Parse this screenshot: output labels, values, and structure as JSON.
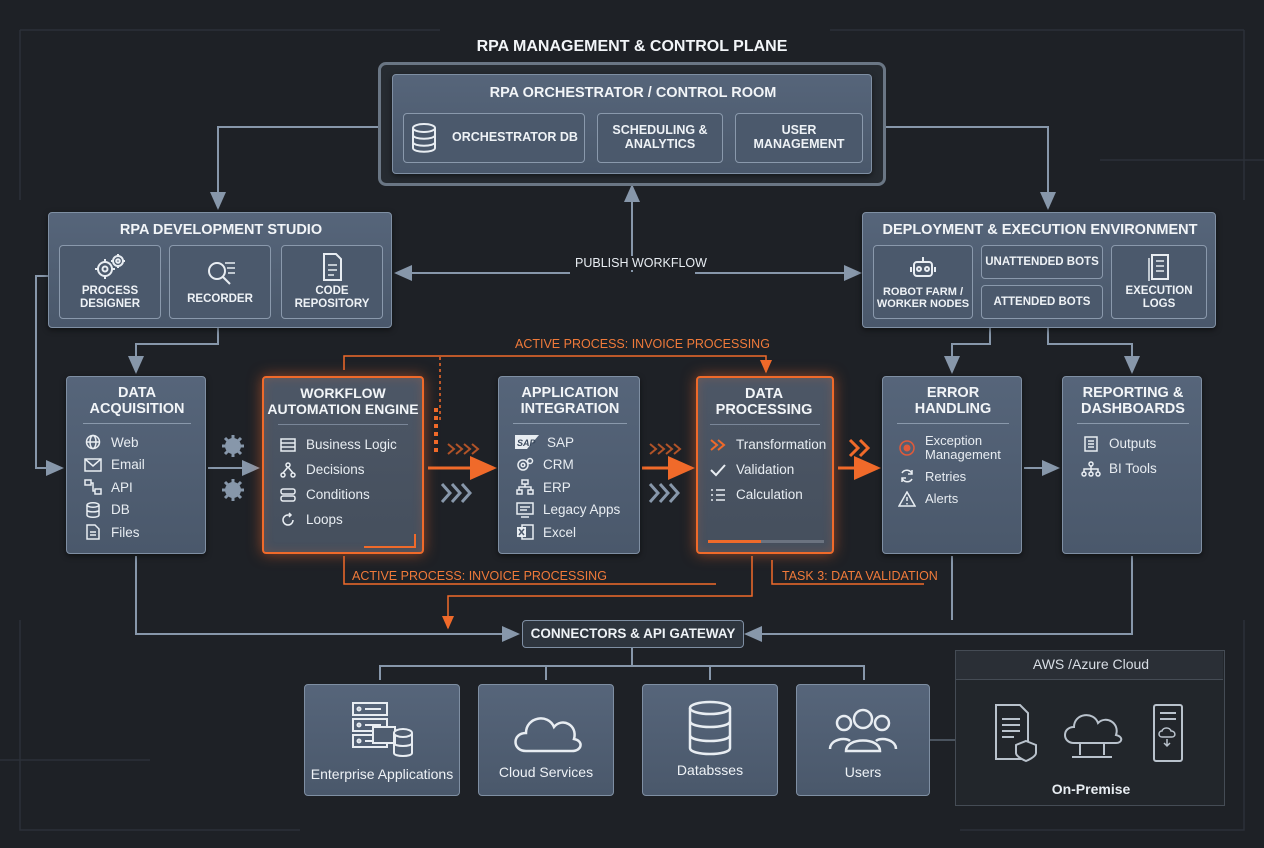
{
  "control_plane": {
    "title": "RPA MANAGEMENT & CONTROL PLANE",
    "orchestrator": {
      "title": "RPA ORCHESTRATOR / CONTROL ROOM",
      "items": [
        "ORCHESTRATOR DB",
        "SCHEDULING & ANALYTICS",
        "USER MANAGEMENT"
      ]
    }
  },
  "studio": {
    "title": "RPA DEVELOPMENT STUDIO",
    "items": [
      {
        "label": "PROCESS DESIGNER",
        "icon": "gears-icon"
      },
      {
        "label": "RECORDER",
        "icon": "magnifier-icon"
      },
      {
        "label": "CODE REPOSITORY",
        "icon": "document-icon"
      }
    ]
  },
  "deployment": {
    "title": "DEPLOYMENT & EXECUTION ENVIRONMENT",
    "robot_farm": "ROBOT FARM / WORKER NODES",
    "unattended": "UNATTENDED BOTS",
    "attended": "ATTENDED BOTS",
    "logs": "EXECUTION LOGS"
  },
  "publish_label": "PUBLISH WORKFLOW",
  "active_process_top": "ACTIVE PROCESS: INVOICE PROCESSING",
  "active_process_bottom": "ACTIVE PROCESS: INVOICE PROCESSING",
  "task_label": "TASK 3: DATA VALIDATION",
  "pipeline": {
    "acquisition": {
      "title": "DATA ACQUISITION",
      "items": [
        "Web",
        "Email",
        "API",
        "DB",
        "Files"
      ]
    },
    "engine": {
      "title": "WORKFLOW AUTOMATION ENGINE",
      "items": [
        "Business Logic",
        "Decisions",
        "Conditions",
        "Loops"
      ]
    },
    "integration": {
      "title": "APPLICATION INTEGRATION",
      "items": [
        "SAP",
        "CRM",
        "ERP",
        "Legacy Apps",
        "Excel"
      ]
    },
    "processing": {
      "title": "DATA PROCESSING",
      "items": [
        "Transformation",
        "Validation",
        "Calculation"
      ]
    },
    "errors": {
      "title": "ERROR HANDLING",
      "items": [
        "Exception Management",
        "Retries",
        "Alerts"
      ]
    },
    "reporting": {
      "title": "REPORTING & DASHBOARDS",
      "items": [
        "Outputs",
        "BI Tools"
      ]
    }
  },
  "gateway": "CONNECTORS & API GATEWAY",
  "targets": [
    "Enterprise Applications",
    "Cloud Services",
    "Databsses",
    "Users"
  ],
  "cloud_panel": {
    "title": "AWS /Azure Cloud",
    "caption": "On-Premise"
  },
  "colors": {
    "accent": "#f06a2a",
    "line": "#8797aa",
    "panel": "#4f5d70",
    "background": "#1e2126"
  }
}
